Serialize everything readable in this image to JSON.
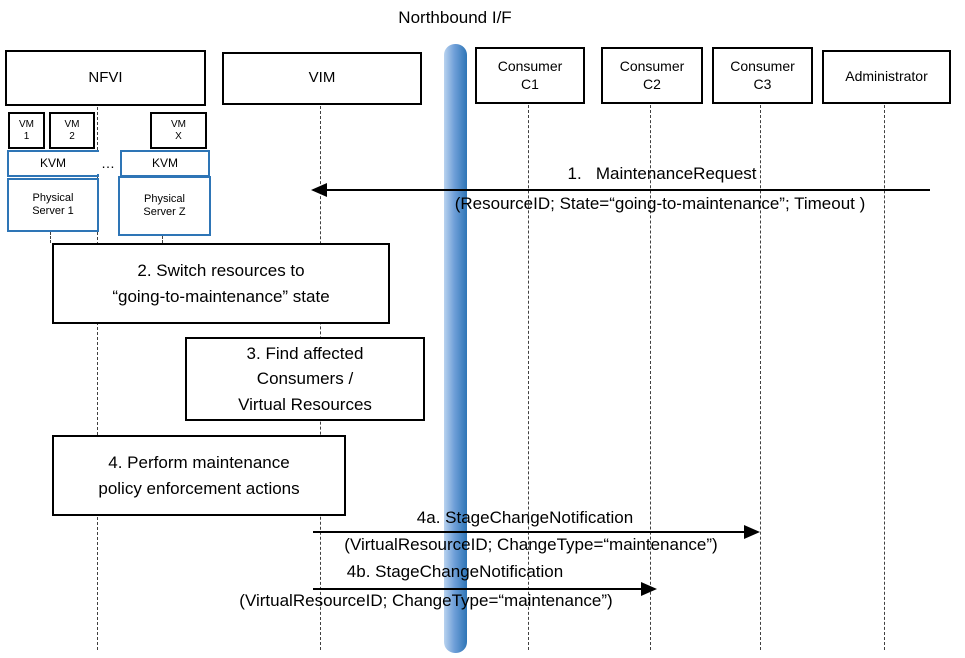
{
  "title": "Northbound I/F",
  "actors": [
    "NFVI",
    "VIM",
    "Consumer\nC1",
    "Consumer\nC2",
    "Consumer\nC3",
    "Administrator"
  ],
  "nfvi": {
    "vm1": "VM\n1",
    "vm2": "VM\n2",
    "vmx": "VM\nX",
    "kvm_left": "KVM",
    "kvm_right": "KVM",
    "dots": "…",
    "server_left": "Physical\nServer 1",
    "server_right": "Physical\nServer Z"
  },
  "actions": {
    "step2": "2. Switch resources to\n“going-to-maintenance” state",
    "step3": "3. Find affected\nConsumers /\nVirtual Resources",
    "step4": "4. Perform maintenance\npolicy enforcement actions"
  },
  "messages": {
    "m1_label": "1.   MaintenanceRequest",
    "m1_params": "(ResourceID; State=“going-to-maintenance”; Timeout )",
    "m4a_label": "4a. StageChangeNotification",
    "m4a_params": "(VirtualResourceID; ChangeType=“maintenance”)",
    "m4b_label": "4b. StageChangeNotification",
    "m4b_params": "(VirtualResourceID; ChangeType=“maintenance”)"
  },
  "colors": {
    "northbound_bar_light": "#B9D3EF",
    "northbound_bar_dark": "#2E75B6",
    "nfvi_internal_border": "#2E75B6",
    "line_color": "#000000"
  }
}
